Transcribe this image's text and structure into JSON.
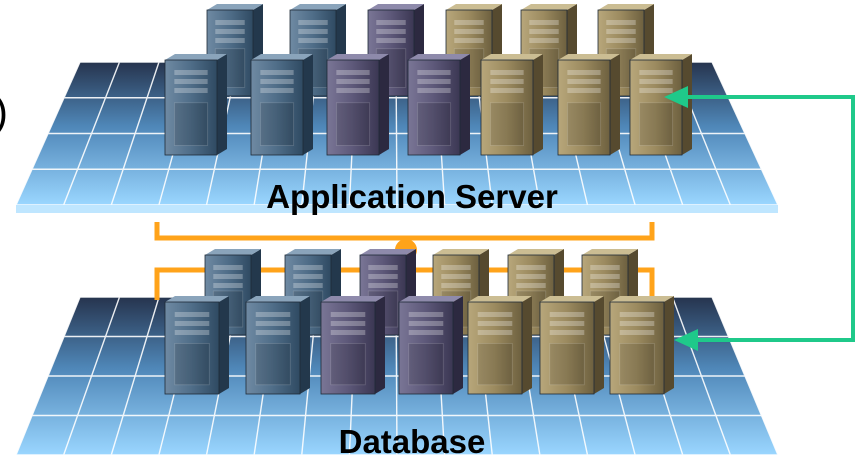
{
  "tiers": {
    "app": {
      "label": "Application Server"
    },
    "db": {
      "label": "Database"
    }
  },
  "edge_glyph": ")",
  "colors": {
    "grid_top": "#2a3a55",
    "grid_bottom": "#8fd0ff",
    "grid_line": "#ffffff",
    "server_blue": "#4a6a86",
    "server_purple": "#5c5878",
    "server_tan": "#9a8a62",
    "bus_orange": "#ffa31a",
    "arrow_green": "#1fc98a"
  },
  "icons": [
    "server-tower-icon",
    "green-arrow-icon",
    "orange-bus-connector"
  ]
}
